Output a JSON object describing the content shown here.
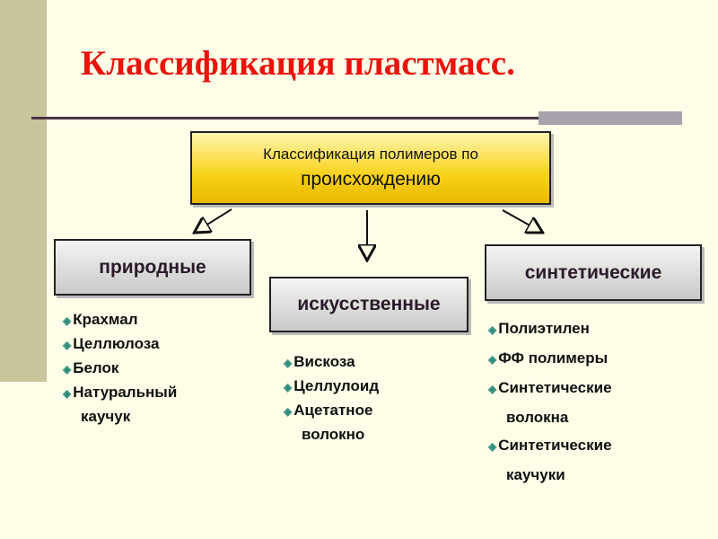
{
  "title": "Классификация пластмасс.",
  "root": {
    "line1": "Классификация полимеров по",
    "line2": "происхождению"
  },
  "categories": [
    {
      "label": "природные",
      "items": [
        "Крахмал",
        "Целлюлоза",
        "Белок",
        "Натуральный",
        "каучук"
      ]
    },
    {
      "label": "искусственные",
      "items": [
        "Вискоза",
        "Целлулоид",
        "Ацетатное",
        "волокно"
      ]
    },
    {
      "label": "синтетические",
      "items": [
        "Полиэтилен",
        "ФФ полимеры",
        "Синтетические",
        "волокна",
        "Синтетические",
        "каучуки"
      ]
    }
  ],
  "colors": {
    "title": "#e8140c",
    "bullet": "#2a8a7a",
    "root_box": "#f7d21a"
  }
}
